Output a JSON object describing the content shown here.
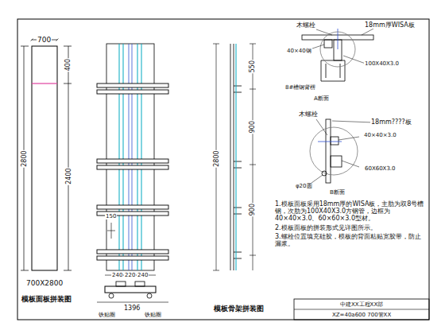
{
  "diagram": {
    "labels": [
      "700",
      "400",
      "2400",
      "2800",
      "700X2800",
      "模板面板拼装图",
      "150",
      "240",
      "220",
      "240",
      "1396",
      "铁贴圈",
      "铁贴圈",
      "550",
      "900",
      "900",
      "2800",
      "模板骨架拼装图",
      "木螺栓",
      "18mm厚WISA板",
      "40×40钢",
      "100X40X3.0",
      "8#槽钢背楞",
      "A断面",
      "木螺栓",
      "18mm????板",
      "40×40×3.0",
      "60X60X3.0",
      "φ20圆",
      "B断面",
      "1.模板面板采用18mm厚的WISA板，主肋为双8号槽钢，次肋为100X40X3.0方钢管，边框为40×40×3.0、60×60×3.0型材。",
      "2.模板面板的拼装形式见详图所示。",
      "3.螺栓位置填充硅胶，模板的背面粘贴宽胶带，防止漏浆。",
      "中建XX工程XX部",
      "XZ=40a600 700管XX"
    ]
  }
}
